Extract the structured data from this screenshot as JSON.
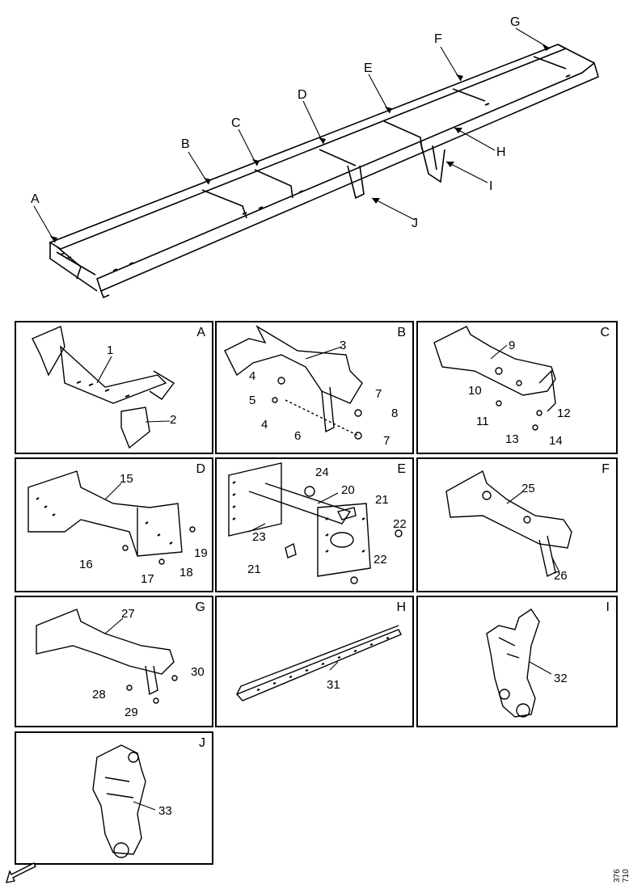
{
  "overview": {
    "callouts": [
      "A",
      "B",
      "C",
      "D",
      "E",
      "F",
      "G",
      "H",
      "I",
      "J"
    ]
  },
  "panels": [
    {
      "letter": "A",
      "parts": [
        "1",
        "2"
      ]
    },
    {
      "letter": "B",
      "parts": [
        "3",
        "4",
        "5",
        "4",
        "6",
        "7",
        "8",
        "7"
      ]
    },
    {
      "letter": "C",
      "parts": [
        "9",
        "10",
        "12",
        "11",
        "13",
        "14"
      ]
    },
    {
      "letter": "D",
      "parts": [
        "15",
        "19",
        "16",
        "18",
        "17"
      ]
    },
    {
      "letter": "E",
      "parts": [
        "24",
        "20",
        "21",
        "22",
        "23",
        "21",
        "22"
      ]
    },
    {
      "letter": "F",
      "parts": [
        "25",
        "26"
      ]
    },
    {
      "letter": "G",
      "parts": [
        "27",
        "30",
        "28",
        "29"
      ]
    },
    {
      "letter": "H",
      "parts": [
        "31"
      ]
    },
    {
      "letter": "I",
      "parts": [
        "32"
      ]
    },
    {
      "letter": "J",
      "parts": [
        "33"
      ]
    }
  ],
  "reference_code": "376 710",
  "icons": {
    "direction_arrow": "arrow-down-left-icon"
  }
}
